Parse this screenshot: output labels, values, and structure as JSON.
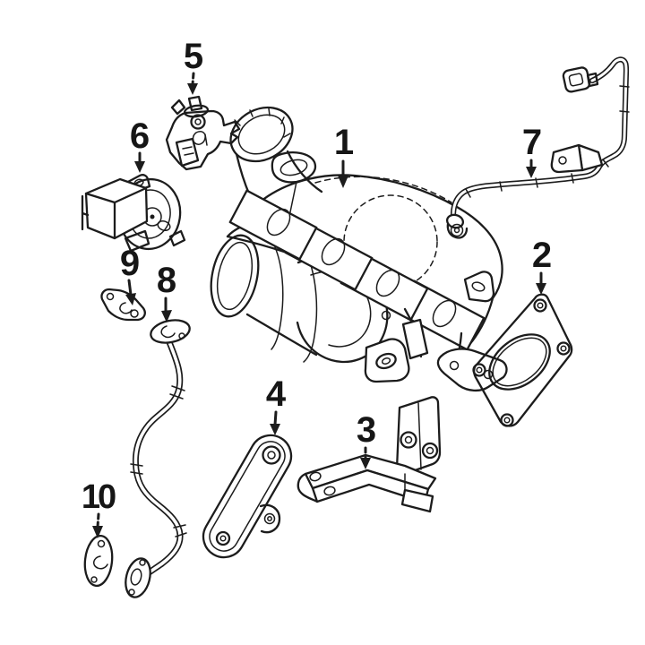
{
  "canvas": {
    "background_color": "#ffffff",
    "line_color": "#1c1c1c"
  },
  "callouts": {
    "c1": {
      "label": "1"
    },
    "c2": {
      "label": "2"
    },
    "c3": {
      "label": "3"
    },
    "c4": {
      "label": "4"
    },
    "c5": {
      "label": "5"
    },
    "c6": {
      "label": "6"
    },
    "c7": {
      "label": "7"
    },
    "c8": {
      "label": "8"
    },
    "c9": {
      "label": "9"
    },
    "c10": {
      "label": "10"
    }
  }
}
